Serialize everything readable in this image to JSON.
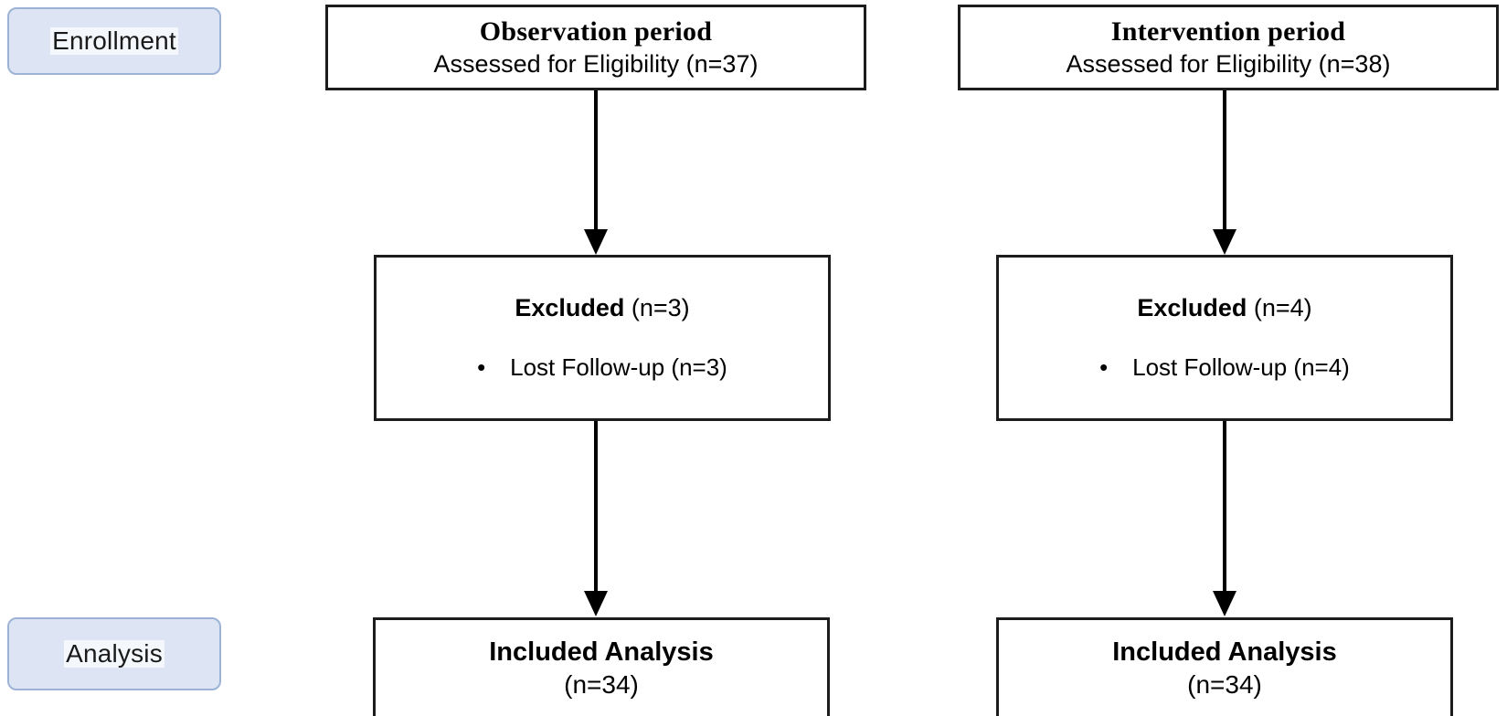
{
  "figure": {
    "type": "consort-flow-diagram",
    "columns": [
      "Observation period",
      "Intervention period"
    ],
    "phases": [
      {
        "id": "enrollment",
        "label": "Enrollment"
      },
      {
        "id": "analysis",
        "label": "Analysis"
      }
    ]
  },
  "colors": {
    "phase_fill": "#dde5f4",
    "phase_border": "#9db3d6",
    "box_border": "#1c1c1c",
    "box_fill": "#ffffff",
    "text": "#000000"
  },
  "observation": {
    "enrollment": {
      "title": "Observation period",
      "subtitle": "Assessed for Eligibility (n=37)",
      "n_assessed": 37
    },
    "excluded": {
      "label": "Excluded",
      "count_text": "(n=3)",
      "n": 3,
      "reasons": [
        {
          "bullet": "•",
          "text": "Lost Follow-up (n=3)",
          "n": 3
        }
      ]
    },
    "included": {
      "title": "Included Analysis",
      "count_text": "(n=34)",
      "n": 34
    }
  },
  "intervention": {
    "enrollment": {
      "title": "Intervention period",
      "subtitle": "Assessed for Eligibility (n=38)",
      "n_assessed": 38
    },
    "excluded": {
      "label": "Excluded",
      "count_text": "(n=4)",
      "n": 4,
      "reasons": [
        {
          "bullet": "•",
          "text": "Lost Follow-up (n=4)",
          "n": 4
        }
      ]
    },
    "included": {
      "title": "Included Analysis",
      "count_text": "(n=34)",
      "n": 34
    }
  },
  "connectors": [
    {
      "name": "obs-enroll-to-excluded",
      "from": "observation.enrollment",
      "to": "observation.excluded",
      "style": "arrow-down"
    },
    {
      "name": "obs-excluded-to-included",
      "from": "observation.excluded",
      "to": "observation.included",
      "style": "arrow-down"
    },
    {
      "name": "int-enroll-to-excluded",
      "from": "intervention.enrollment",
      "to": "intervention.excluded",
      "style": "arrow-down"
    },
    {
      "name": "int-excluded-to-included",
      "from": "intervention.excluded",
      "to": "intervention.included",
      "style": "arrow-down"
    }
  ]
}
